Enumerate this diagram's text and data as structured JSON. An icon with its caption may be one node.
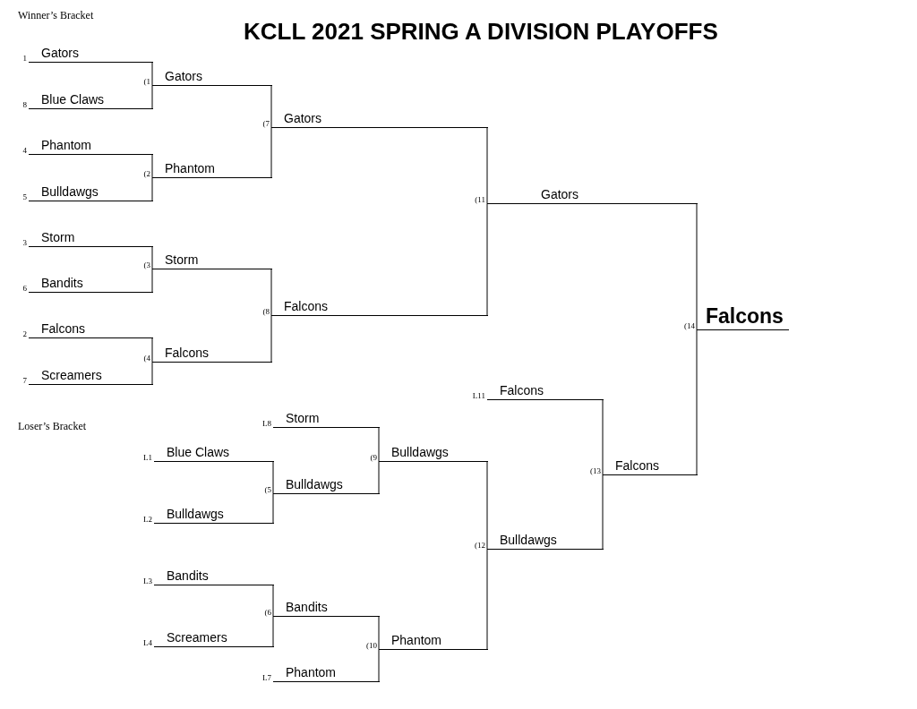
{
  "diagram": {
    "title": "KCLL 2021 SPRING A DIVISION PLAYOFFS",
    "nodes": [
      {
        "text": [
          "Gators"
        ],
        "beside": [
          "1"
        ]
      },
      {
        "text": [
          "Blue Claws"
        ],
        "beside": [
          "8"
        ]
      },
      {
        "text": [
          "Phantom"
        ],
        "beside": [
          "4"
        ]
      },
      {
        "text": [
          "Bulldawgs"
        ],
        "beside": [
          "5"
        ]
      },
      {
        "text": [
          "Storm"
        ],
        "beside": [
          "3"
        ]
      },
      {
        "text": [
          "Bandits"
        ],
        "beside": [
          "6"
        ]
      },
      {
        "text": [
          "Falcons"
        ],
        "beside": [
          "2"
        ]
      },
      {
        "text": [
          "Screamers"
        ],
        "beside": [
          "7"
        ]
      },
      {
        "text": [
          "Gators"
        ],
        "beside": [
          "(1"
        ]
      },
      {
        "text": [
          "Phantom"
        ],
        "beside": [
          "(2"
        ]
      },
      {
        "text": [
          "Storm"
        ],
        "beside": [
          "(3"
        ]
      },
      {
        "text": [
          "Falcons"
        ],
        "beside": [
          "(4"
        ]
      },
      {
        "text": [
          "Gators"
        ],
        "beside": [
          "(7"
        ]
      },
      {
        "text": [
          "Falcons"
        ],
        "beside": [
          "(8"
        ]
      },
      {
        "text": [
          "Gators"
        ],
        "beside": [
          "(11"
        ]
      },
      {
        "text": [
          "Falcons"
        ],
        "beside": [
          "(14"
        ]
      },
      {
        "text": [
          "Blue Claws"
        ],
        "beside": [
          "L1"
        ]
      },
      {
        "text": [
          "Bulldawgs"
        ],
        "beside": [
          "L2"
        ]
      },
      {
        "text": [
          "Bandits"
        ],
        "beside": [
          "L3"
        ]
      },
      {
        "text": [
          "Screamers"
        ],
        "beside": [
          "L4"
        ]
      },
      {
        "text": [
          "Storm"
        ],
        "beside": [
          "L8"
        ]
      },
      {
        "text": [
          "Bulldawgs"
        ],
        "beside": [
          "(5"
        ]
      },
      {
        "text": [
          "Bandits"
        ],
        "beside": [
          "(6"
        ]
      },
      {
        "text": [
          "Phantom"
        ],
        "beside": [
          "L7"
        ]
      },
      {
        "text": [
          "Bulldawgs"
        ],
        "beside": [
          "(9"
        ]
      },
      {
        "text": [
          "Phantom"
        ],
        "beside": [
          "(10"
        ]
      },
      {
        "text": [
          "Falcons"
        ],
        "beside": [
          "L11"
        ]
      },
      {
        "text": [
          "Bulldawgs"
        ],
        "beside": [
          "(12"
        ]
      },
      {
        "text": [
          "Falcons"
        ],
        "beside": [
          "(13"
        ]
      }
    ],
    "edges": [
      {
        "from": 0,
        "to": 8,
        "arrow": "none"
      },
      {
        "from": 1,
        "to": 8,
        "arrow": "none"
      },
      {
        "from": 2,
        "to": 9,
        "arrow": "none"
      },
      {
        "from": 3,
        "to": 9,
        "arrow": "none"
      },
      {
        "from": 4,
        "to": 10,
        "arrow": "none"
      },
      {
        "from": 5,
        "to": 10,
        "arrow": "none"
      },
      {
        "from": 6,
        "to": 11,
        "arrow": "none"
      },
      {
        "from": 7,
        "to": 11,
        "arrow": "none"
      },
      {
        "from": 8,
        "to": 12,
        "arrow": "none"
      },
      {
        "from": 9,
        "to": 12,
        "arrow": "none"
      },
      {
        "from": 10,
        "to": 13,
        "arrow": "none"
      },
      {
        "from": 11,
        "to": 13,
        "arrow": "none"
      },
      {
        "from": 12,
        "to": 14,
        "arrow": "none"
      },
      {
        "from": 13,
        "to": 14,
        "arrow": "none"
      },
      {
        "from": 14,
        "to": 15,
        "arrow": "none"
      },
      {
        "from": 28,
        "to": 15,
        "arrow": "none"
      },
      {
        "from": 16,
        "to": 21,
        "arrow": "none"
      },
      {
        "from": 17,
        "to": 21,
        "arrow": "none"
      },
      {
        "from": 18,
        "to": 22,
        "arrow": "none"
      },
      {
        "from": 19,
        "to": 22,
        "arrow": "none"
      },
      {
        "from": 20,
        "to": 24,
        "arrow": "none"
      },
      {
        "from": 21,
        "to": 24,
        "arrow": "none"
      },
      {
        "from": 22,
        "to": 25,
        "arrow": "none"
      },
      {
        "from": 23,
        "to": 25,
        "arrow": "none"
      },
      {
        "from": 24,
        "to": 27,
        "arrow": "none"
      },
      {
        "from": 25,
        "to": 27,
        "arrow": "none"
      },
      {
        "from": 26,
        "to": 28,
        "arrow": "none"
      },
      {
        "from": 27,
        "to": 28,
        "arrow": "none"
      }
    ],
    "labels": [
      "Winner’s Bracket",
      "Loser’s Bracket"
    ]
  }
}
